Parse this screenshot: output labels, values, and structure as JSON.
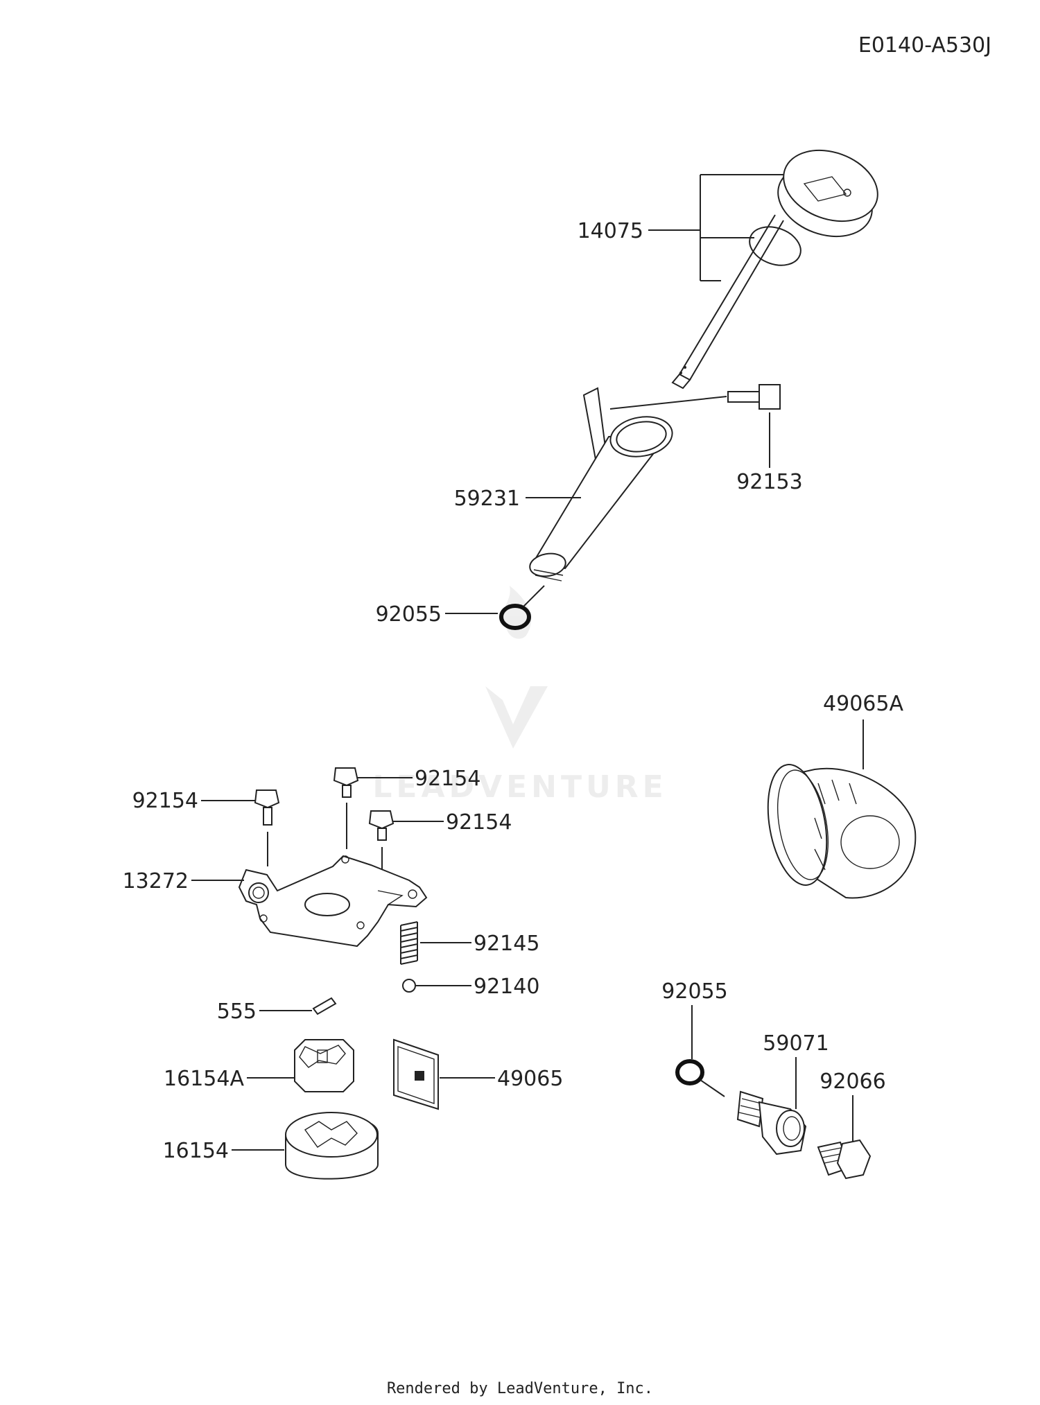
{
  "drawing_code": "E0140-A530J",
  "footer": "Rendered by LeadVenture, Inc.",
  "watermark": "LEADVENTURE",
  "callouts": {
    "dipstick_cap": "14075",
    "dipstick_bolt": "92153",
    "filler_tube": "59231",
    "tube_oring": "92055",
    "oil_filter": "49065A",
    "bolt_left": "92154",
    "bolt_mid": "92154",
    "bolt_right": "92154",
    "pump_cover": "13272",
    "relief_spring": "92145",
    "relief_ball": "92140",
    "pin": "555",
    "inner_rotor": "16154A",
    "screen": "49065",
    "outer_rotor": "16154",
    "fitting_oring": "92055",
    "fitting": "59071",
    "drain_plug": "92066"
  }
}
